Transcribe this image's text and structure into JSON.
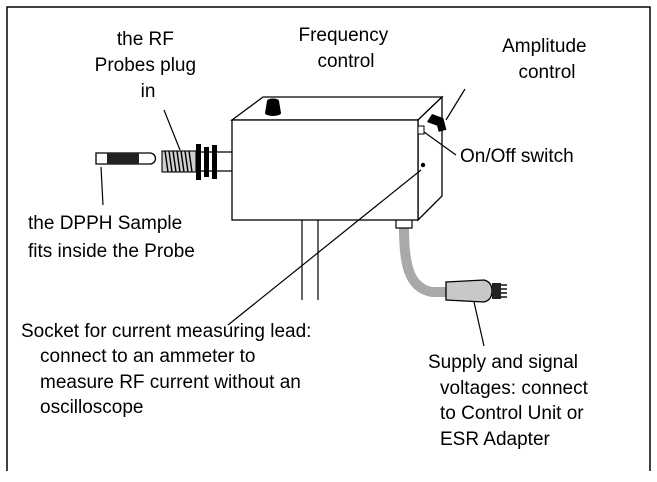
{
  "labels": {
    "rf_probes_plug_in": [
      "the RF",
      "Probes plug",
      "in"
    ],
    "frequency_control": [
      "Frequency",
      "control"
    ],
    "amplitude_control": [
      "Amplitude",
      "control"
    ],
    "on_off_switch": "On/Off switch",
    "dpph_sample": [
      "the DPPH Sample",
      "fits inside the Probe"
    ],
    "socket": [
      "Socket for current measuring lead:",
      "connect to an ammeter to",
      "measure RF current without an",
      "oscilloscope"
    ],
    "supply": [
      "Supply and signal",
      "voltages:  connect",
      "to Control Unit or",
      "ESR Adapter"
    ]
  },
  "colors": {
    "line": "#000000",
    "box_fill": "#ffffff",
    "cable": "#a9a9a9",
    "knob": "#000000",
    "sample_dark": "#222222"
  }
}
